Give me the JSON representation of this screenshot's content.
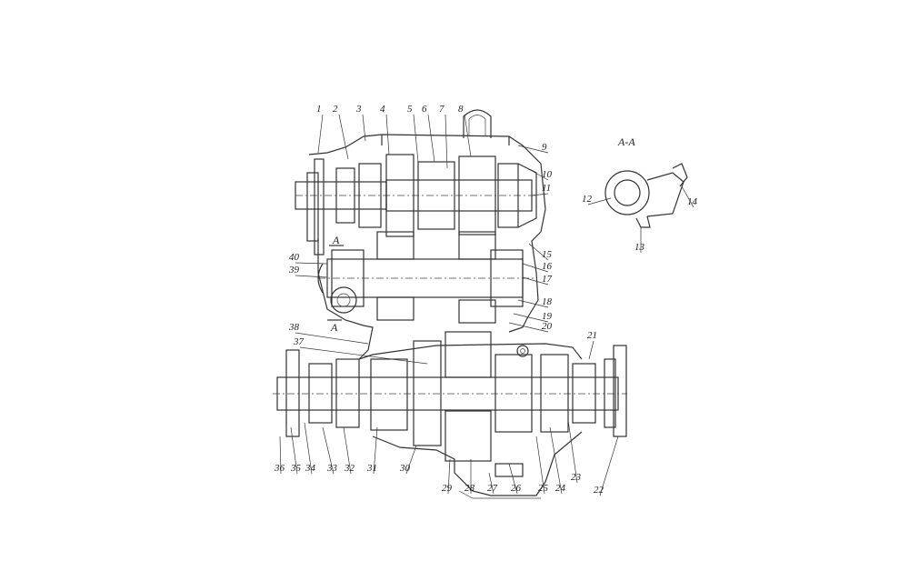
{
  "diagram": {
    "section_label": "A-A",
    "view_marks": [
      "A",
      "A"
    ],
    "callouts": [
      {
        "num": "1"
      },
      {
        "num": "2"
      },
      {
        "num": "3"
      },
      {
        "num": "4"
      },
      {
        "num": "5"
      },
      {
        "num": "6"
      },
      {
        "num": "7"
      },
      {
        "num": "8"
      },
      {
        "num": "9"
      },
      {
        "num": "10"
      },
      {
        "num": "11"
      },
      {
        "num": "12"
      },
      {
        "num": "13"
      },
      {
        "num": "14"
      },
      {
        "num": "15"
      },
      {
        "num": "16"
      },
      {
        "num": "17"
      },
      {
        "num": "18"
      },
      {
        "num": "19"
      },
      {
        "num": "20"
      },
      {
        "num": "21"
      },
      {
        "num": "22"
      },
      {
        "num": "23"
      },
      {
        "num": "24"
      },
      {
        "num": "25"
      },
      {
        "num": "26"
      },
      {
        "num": "27"
      },
      {
        "num": "28"
      },
      {
        "num": "29"
      },
      {
        "num": "30"
      },
      {
        "num": "31"
      },
      {
        "num": "32"
      },
      {
        "num": "33"
      },
      {
        "num": "34"
      },
      {
        "num": "35"
      },
      {
        "num": "36"
      },
      {
        "num": "37"
      },
      {
        "num": "38"
      },
      {
        "num": "39"
      },
      {
        "num": "40"
      }
    ]
  }
}
